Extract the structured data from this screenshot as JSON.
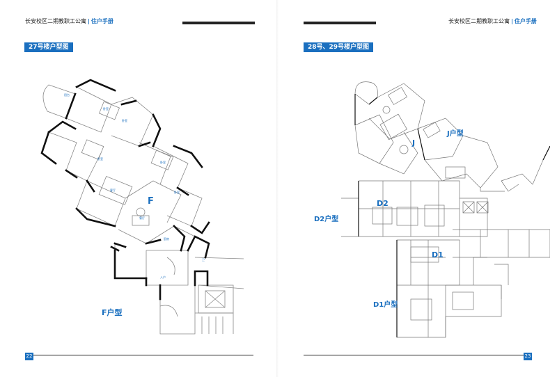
{
  "header": {
    "title": "长安校区二期教职工公寓",
    "separator": "|",
    "subtitle": "住户手册"
  },
  "left_page": {
    "section_title": "27号楼户型图",
    "unit_letter": "F",
    "unit_caption": "F户型",
    "page_number": "22"
  },
  "right_page": {
    "section_title": "28号、29号楼户型图",
    "units": {
      "j_letter": "J",
      "j_caption": "J户型",
      "d2_letter": "D2",
      "d2_caption": "D2户型",
      "d1_letter": "D1",
      "d1_caption": "D1户型"
    },
    "page_number": "23"
  },
  "colors": {
    "accent": "#1a6fbf",
    "wall": "#111111",
    "bar": "#222222"
  }
}
